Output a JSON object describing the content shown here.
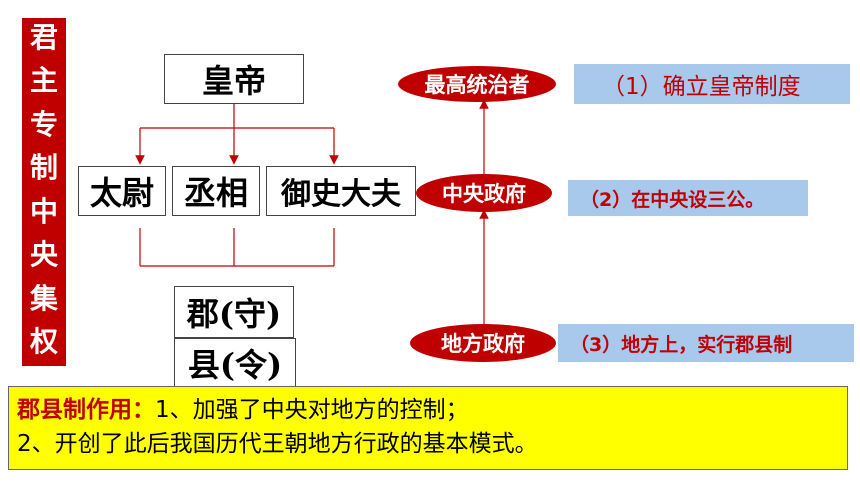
{
  "banner": [
    "君",
    "主",
    "专",
    "制",
    "中",
    "央",
    "集",
    "权"
  ],
  "hierarchy": {
    "emperor": "皇帝",
    "three_ministers": [
      "太尉",
      "丞相",
      "御史大夫"
    ],
    "commandery": "郡(守)",
    "county": "县(令)"
  },
  "levels": [
    {
      "oval": "最高统治者",
      "note": "（1）确立皇帝制度"
    },
    {
      "oval": "中央政府",
      "note": "（2）在中央设三公。"
    },
    {
      "oval": "地方政府",
      "note": "（3）地方上，实行郡县制"
    }
  ],
  "summary": {
    "heading": "郡县制作用：",
    "line1": "1、加强了中央对地方的控制；",
    "line2": "2、开创了此后我国历代王朝地方行政的基本模式。"
  },
  "colors": {
    "red": "#c00000",
    "blue": "#a8c8ec",
    "yellow": "#ffff00"
  }
}
